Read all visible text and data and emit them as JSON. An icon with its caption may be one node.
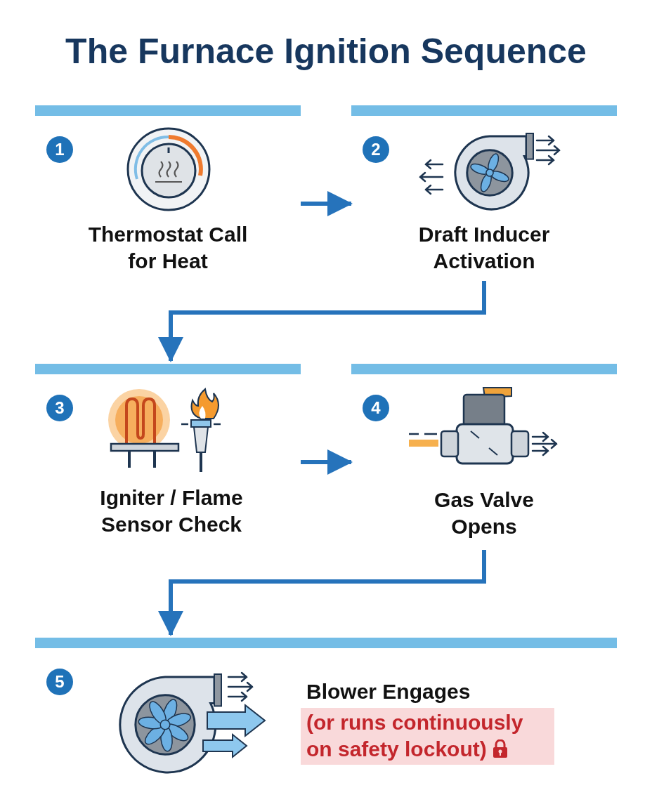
{
  "diagram": {
    "title": "The Furnace Ignition Sequence",
    "nodes": [
      {
        "text": [
          "1",
          "Thermostat Call for Heat"
        ]
      },
      {
        "text": [
          "2",
          "Draft Inducer Activation"
        ]
      },
      {
        "text": [
          "3",
          "Igniter / Flame Sensor Check"
        ]
      },
      {
        "text": [
          "4",
          "Gas Valve Opens"
        ]
      },
      {
        "text": [
          "5",
          "Blower Engages",
          "(or runs continuously on safety lockout)"
        ]
      }
    ],
    "edges": [
      {
        "from": 0,
        "to": 1,
        "arrow": "to"
      },
      {
        "from": 1,
        "to": 2,
        "arrow": "to"
      },
      {
        "from": 2,
        "to": 3,
        "arrow": "to"
      },
      {
        "from": 3,
        "to": 4,
        "arrow": "to"
      }
    ]
  }
}
